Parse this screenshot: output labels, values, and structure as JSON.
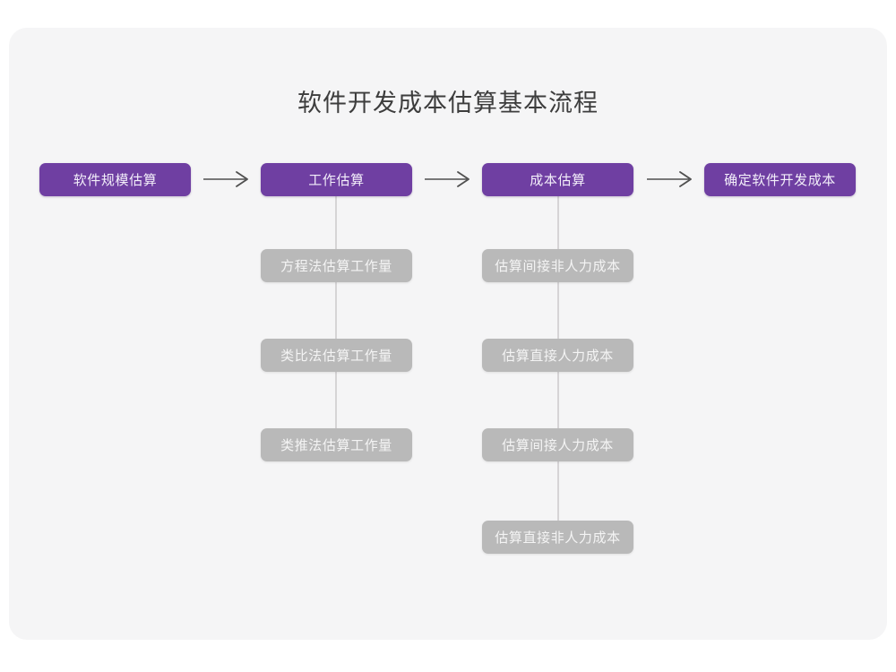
{
  "title": "软件开发成本估算基本流程",
  "colors": {
    "primary": "#6f3fa2",
    "secondary": "#b9b9b9",
    "card_background": "#f5f5f6",
    "page_background": "#ffffff",
    "connector": "#d6d4d6",
    "title_text": "#3d3d3d",
    "arrow": "#4f4f4f"
  },
  "flow": {
    "stages": [
      {
        "id": "stage-1",
        "label": "软件规模估算",
        "substeps": []
      },
      {
        "id": "stage-2",
        "label": "工作估算",
        "substeps": [
          {
            "label": "方程法估算工作量"
          },
          {
            "label": "类比法估算工作量"
          },
          {
            "label": "类推法估算工作量"
          }
        ]
      },
      {
        "id": "stage-3",
        "label": "成本估算",
        "substeps": [
          {
            "label": "估算间接非人力成本"
          },
          {
            "label": "估算直接人力成本"
          },
          {
            "label": "估算间接人力成本"
          },
          {
            "label": "估算直接非人力成本"
          }
        ]
      },
      {
        "id": "stage-4",
        "label": "确定软件开发成本",
        "substeps": []
      }
    ],
    "connectors": [
      {
        "id": "arrow-1",
        "from": "stage-1",
        "to": "stage-2",
        "glyph": "arrow-right"
      },
      {
        "id": "arrow-2",
        "from": "stage-2",
        "to": "stage-3",
        "glyph": "arrow-right"
      },
      {
        "id": "arrow-3",
        "from": "stage-3",
        "to": "stage-4",
        "glyph": "arrow-right"
      }
    ]
  }
}
